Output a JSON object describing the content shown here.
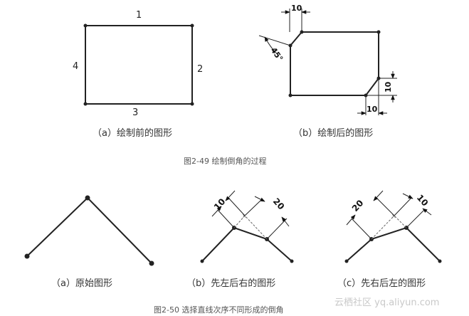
{
  "figure_2_49": {
    "panel_a": {
      "edges": [
        "1",
        "2",
        "3",
        "4"
      ],
      "caption": "（a）绘制前的图形"
    },
    "panel_b": {
      "dim_top": "10",
      "dim_angle": "45°",
      "dim_bottom": "10",
      "dim_right": "10",
      "caption": "（b）绘制后的图形"
    },
    "title": "图2-49   绘制倒角的过程"
  },
  "figure_2_50": {
    "panel_a": {
      "caption": "（a）原始图形"
    },
    "panel_b": {
      "dim_left": "10",
      "dim_right": "20",
      "caption": "（b）先左后右的图形"
    },
    "panel_c": {
      "dim_left": "20",
      "dim_right": "10",
      "caption": "（c）先右后左的图形"
    },
    "title": "图2-50   选择直线次序不同形成的倒角"
  },
  "watermark": "云栖社区 yq.aliyun.com"
}
